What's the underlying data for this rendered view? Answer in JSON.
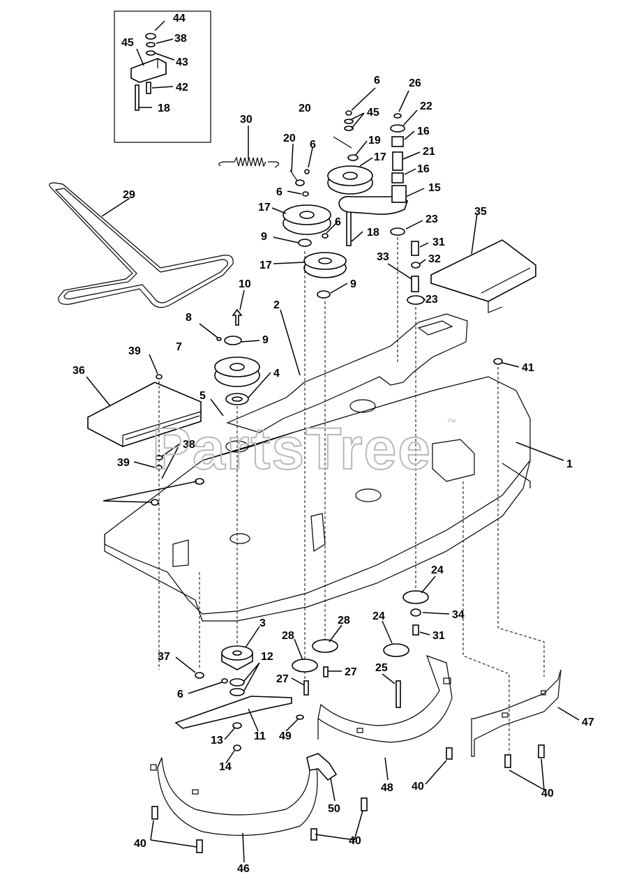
{
  "watermark": {
    "text": "PartsTree",
    "trademark": "™"
  },
  "callouts": [
    "44",
    "38",
    "45",
    "43",
    "42",
    "18",
    "6",
    "26",
    "20",
    "45",
    "22",
    "16",
    "30",
    "20",
    "6",
    "19",
    "17",
    "21",
    "16",
    "29",
    "6",
    "15",
    "17",
    "6",
    "35",
    "9",
    "18",
    "23",
    "17",
    "31",
    "9",
    "33",
    "32",
    "10",
    "23",
    "2",
    "8",
    "9",
    "7",
    "39",
    "41",
    "4",
    "36",
    "5",
    "1",
    "38",
    "39",
    "24",
    "34",
    "28",
    "24",
    "3",
    "31",
    "28",
    "37",
    "12",
    "27",
    "27",
    "25",
    "6",
    "11",
    "49",
    "13",
    "47",
    "14",
    "48",
    "40",
    "50",
    "40",
    "40",
    "40",
    "46"
  ],
  "colors": {
    "line": "#000000",
    "background": "#ffffff",
    "watermark": "#b8b8b8"
  }
}
